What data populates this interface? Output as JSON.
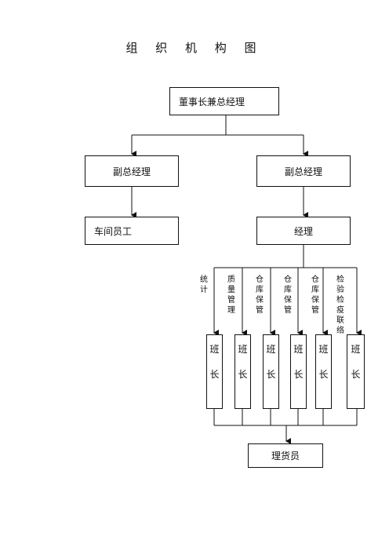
{
  "title": "组 织 机 构 图",
  "nodes": {
    "chairman": "董事长兼总经理",
    "vp_left": "副总经理",
    "vp_right": "副总经理",
    "workshop": "车间员工",
    "manager": "经理",
    "warehouse_clerk": "理货员"
  },
  "departments": [
    {
      "label": "统计"
    },
    {
      "label": "质量管理"
    },
    {
      "label": "仓库保管"
    },
    {
      "label": "仓库保管"
    },
    {
      "label": "仓库保管"
    },
    {
      "label": "检验检疫联络"
    }
  ],
  "team_leader": "班长"
}
